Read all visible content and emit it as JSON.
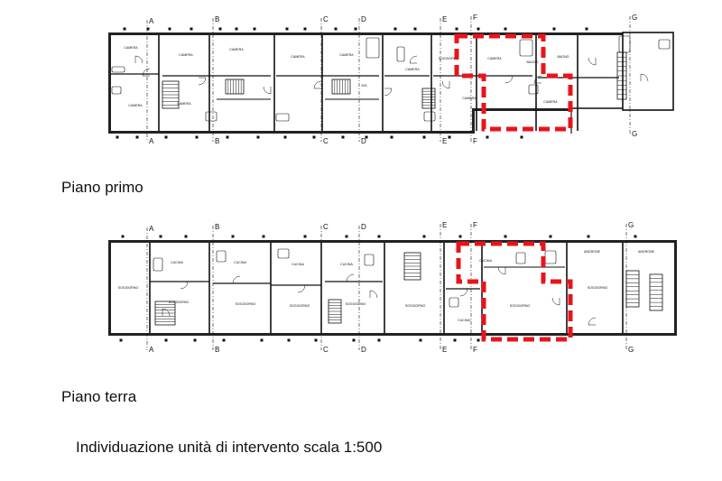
{
  "captions": {
    "first_floor": "Piano primo",
    "ground_floor": "Piano terra",
    "scale_note": "Individuazione unità di intervento scala 1:500"
  },
  "grid_axes": [
    "A",
    "B",
    "C",
    "D",
    "E",
    "F",
    "G"
  ],
  "colors": {
    "highlight": "#e8141b",
    "wall": "#111111",
    "text": "#111111"
  },
  "first_floor_room_labels": [
    "CAMERA",
    "CAMERA",
    "CAMERA",
    "CAMERA",
    "CAMERA",
    "CAMERA",
    "SOGGIORNO",
    "CAMERA",
    "CAMERA",
    "CAMERA",
    "BAGNO",
    "BAGNO",
    "DIS.",
    "CAMERA",
    "CAMERA"
  ],
  "ground_floor_room_labels": [
    "SOGGIORNO",
    "CUCINA",
    "CUCINA",
    "CUCINA",
    "CUCINA",
    "SOGGIORNO",
    "SOGGIORNO",
    "SOGGIORNO",
    "SOGGIORNO",
    "CUCINA",
    "CUCINA",
    "SOGGIORNO",
    "ANDRONE",
    "ANDRONE",
    "SOGGIORNO",
    "SOGGIORNO"
  ]
}
